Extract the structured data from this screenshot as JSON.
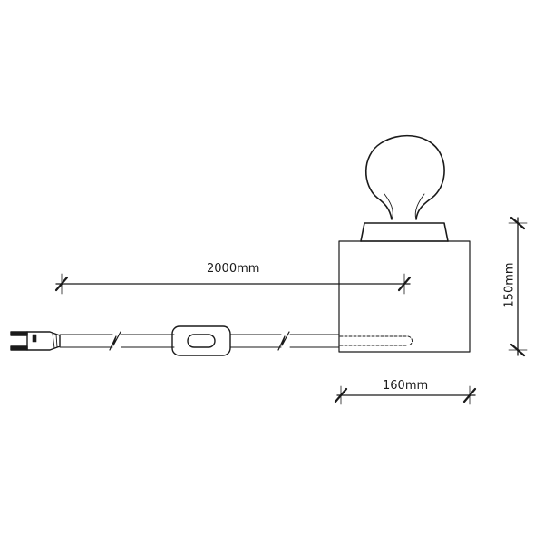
{
  "dimensions": {
    "cable_length": "2000mm",
    "base_width": "160mm",
    "base_height": "150mm"
  }
}
